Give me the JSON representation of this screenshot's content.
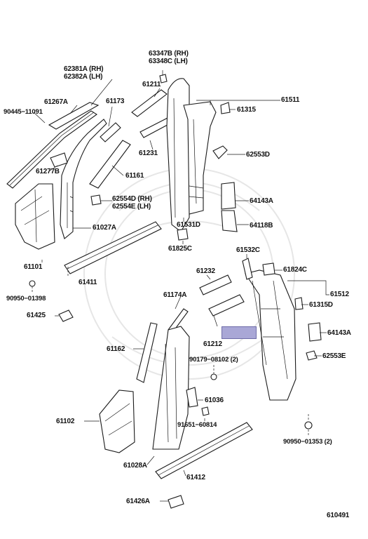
{
  "diagram": {
    "reference_code": "610491",
    "labels": {
      "p63347B": "63347B (RH)",
      "p63348C": "63348C (LH)",
      "p62381A": "62381A (RH)",
      "p62382A": "62382A (LH)",
      "p61211": "61211",
      "p61267A": "61267A",
      "p61173": "61173",
      "p61511": "61511",
      "p90445": "90445−11091",
      "p61315": "61315",
      "p62553D": "62553D",
      "p61231": "61231",
      "p61277B": "61277B",
      "p61161": "61161",
      "p64143A": "64143A",
      "p62554D": "62554D (RH)",
      "p62554E": "62554E (LH)",
      "p61531D": "61531D",
      "p64118B": "64118B",
      "p61027A": "61027A",
      "p61825C": "61825C",
      "p61532C": "61532C",
      "p61101": "61101",
      "p61824C": "61824C",
      "p61232": "61232",
      "p61411": "61411",
      "p61512": "61512",
      "p90950a": "90950−01398",
      "p61174A": "61174A",
      "p61315D": "61315D",
      "p61425": "61425",
      "p61212": "61212",
      "p64143A2": "64143A",
      "p61162": "61162",
      "p90179": "90179−08102 (2)",
      "p62553E": "62553E",
      "p61036": "61036",
      "p61102": "61102",
      "p91651": "91651−60814",
      "p90950b": "90950−01353 (2)",
      "p61028A": "61028A",
      "p61412": "61412",
      "p61426A": "61426A"
    }
  },
  "colors": {
    "highlight": "#a9a7d6",
    "line": "#1a1a1a",
    "watermark": "#e6e6e6"
  }
}
